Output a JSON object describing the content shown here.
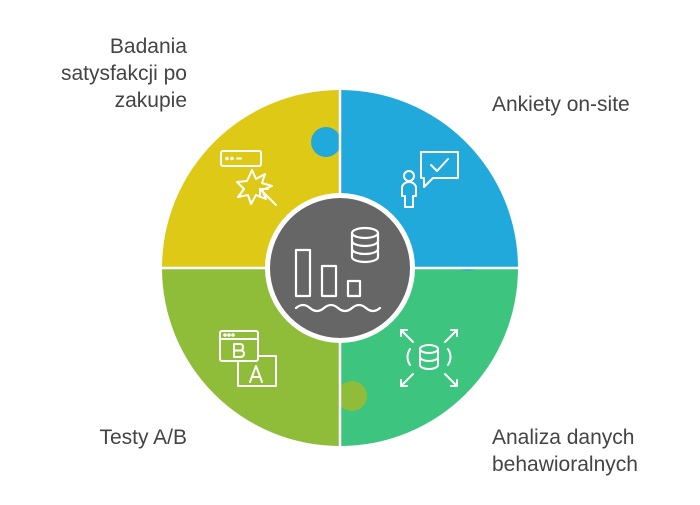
{
  "segments": [
    {
      "id": "ankiety",
      "color": "#22A9DB",
      "lines": [
        "Ankiety on-site"
      ],
      "icon": "person-checkmark-chat-icon"
    },
    {
      "id": "analiza",
      "color": "#3DC47E",
      "lines": [
        "Analiza danych",
        "behawioralnych"
      ],
      "icon": "database-expand-icon"
    },
    {
      "id": "testy",
      "color": "#8FBD3A",
      "lines": [
        "Testy A/B"
      ],
      "icon": "ab-test-windows-icon"
    },
    {
      "id": "badania",
      "color": "#DFC917",
      "lines": [
        "Badania",
        "satysfakcji po",
        "zakupie"
      ],
      "icon": "click-cursor-window-icon"
    }
  ],
  "center": {
    "color": "#666666",
    "icon": "data-lake-icon"
  },
  "colors": {
    "text": "#444444",
    "icon_stroke": "#ffffff",
    "separator": "#ffffff"
  }
}
